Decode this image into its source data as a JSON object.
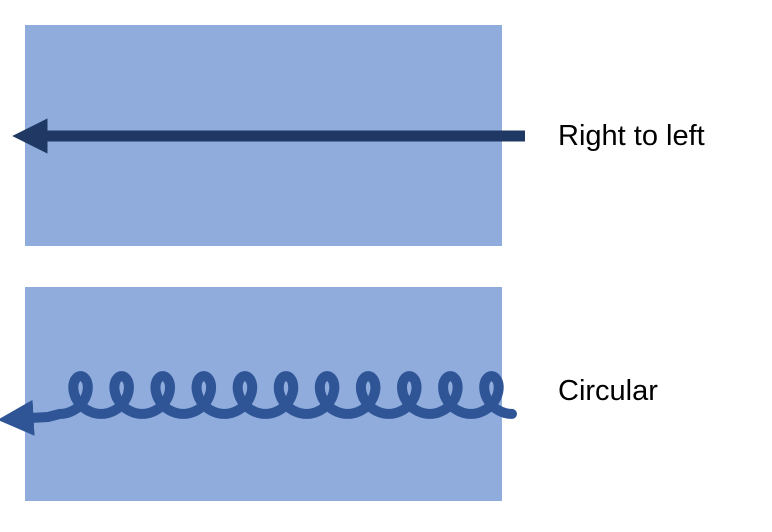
{
  "diagram": {
    "panels": [
      {
        "id": "right-to-left",
        "label": "Right to left",
        "motion": "straight-arrow",
        "direction": "left"
      },
      {
        "id": "circular",
        "label": "Circular",
        "motion": "looping-arrow",
        "direction": "left",
        "loops": 11
      }
    ]
  },
  "colors": {
    "panel_fill": "#8FACDC",
    "straight_arrow": "#1F3864",
    "looping_arrow": "#2F5597",
    "text": "#000000"
  }
}
